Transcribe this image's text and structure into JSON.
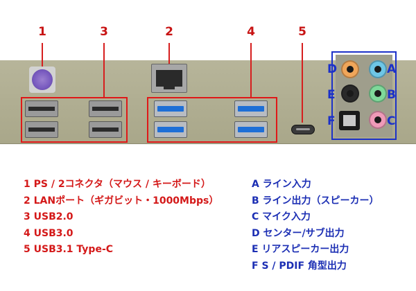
{
  "callouts": {
    "ps2": "1",
    "usb2": "3",
    "lan": "2",
    "usb3": "4",
    "usbc": "5"
  },
  "audio_letters": {
    "a": "A",
    "b": "B",
    "c": "C",
    "d": "D",
    "e": "E",
    "f": "F"
  },
  "colors": {
    "red": "#e01818",
    "blue": "#1c31c8",
    "jack_a": "#6ec6e6",
    "jack_b": "#7fd99a",
    "jack_c": "#ef9ab8",
    "jack_d": "#f0a65a",
    "jack_e": "#2a2a2a"
  },
  "legend_left": [
    "1 PS / 2コネクタ（マウス / キーボード）",
    "2 LANポート（ギガビット・1000Mbps）",
    "3 USB2.0",
    "4 USB3.0",
    "5 USB3.1 Type-C"
  ],
  "legend_right": [
    "A ライン入力",
    "B ライン出力（スピーカー）",
    "C マイク入力",
    "D センター/サブ出力",
    "E リアスピーカー出力",
    "F S / PDIF 角型出力"
  ]
}
